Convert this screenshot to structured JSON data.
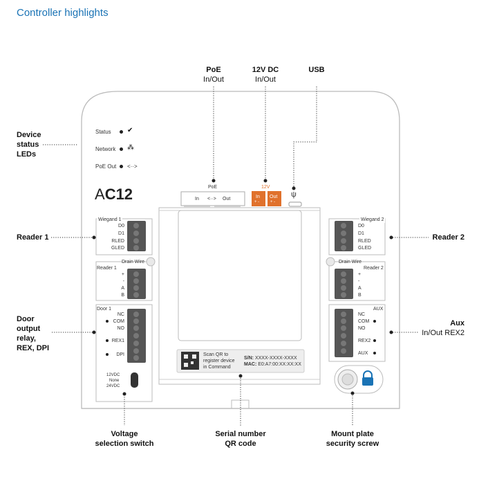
{
  "page_title": "Controller highlights",
  "callouts": {
    "poe": {
      "title": "PoE",
      "sub": "In/Out"
    },
    "dc12v": {
      "title": "12V DC",
      "sub": "In/Out"
    },
    "usb": {
      "title": "USB"
    },
    "device_status": {
      "line1": "Device",
      "line2": "status",
      "line3": "LEDs"
    },
    "reader1": {
      "title": "Reader 1"
    },
    "reader2": {
      "title": "Reader 2"
    },
    "door": {
      "line1": "Door",
      "line2": "output",
      "line3": "relay,",
      "line4": "REX, DPI"
    },
    "aux": {
      "title": "Aux",
      "sub": "In/Out REX2"
    },
    "voltage": {
      "line1": "Voltage",
      "line2": "selection switch"
    },
    "serial": {
      "line1": "Serial number",
      "line2": "QR code"
    },
    "mount": {
      "line1": "Mount plate",
      "line2": "security screw"
    }
  },
  "device": {
    "model_a": "A",
    "model_c12": "C12",
    "status_leds": [
      {
        "label": "Status",
        "icon": "check-icon"
      },
      {
        "label": "Network",
        "icon": "network-icon"
      },
      {
        "label": "PoE Out",
        "icon": "arrows-icon"
      }
    ],
    "poe_port": {
      "label": "PoE",
      "in": "In",
      "out": "Out",
      "mid": "<··>"
    },
    "dc_port": {
      "label": "12V",
      "in": "In",
      "out": "Out",
      "polarity": "+ -",
      "color": "#e0712c"
    },
    "wiegand1": {
      "label": "Wiegand 1",
      "pins": [
        "D0",
        "D1",
        "RLED",
        "GLED"
      ]
    },
    "wiegand2": {
      "label": "Wiegand 2",
      "pins": [
        "D0",
        "D1",
        "RLED",
        "GLED"
      ]
    },
    "drain_wire": "Drain Wire",
    "reader1": {
      "label": "Reader 1",
      "pins": [
        "+",
        "-",
        "A",
        "B"
      ]
    },
    "reader2": {
      "label": "Reader 2",
      "pins": [
        "+",
        "-",
        "A",
        "B"
      ]
    },
    "door1": {
      "label": "Door 1",
      "pins": [
        "NC",
        "COM",
        "NO",
        "REX1",
        "DPI"
      ]
    },
    "aux": {
      "label": "AUX",
      "pins": [
        "NC",
        "COM",
        "NO",
        "REX2",
        "AUX"
      ]
    },
    "voltage_switch": {
      "opt1": "12VDC",
      "opt2": "None",
      "opt3": "24VDC"
    },
    "qr_label": {
      "scan1": "Scan QR to",
      "scan2": "register device",
      "scan3": "in Command",
      "sn_key": "S/N:",
      "sn_val": "XXXX-XXXX-XXXX",
      "mac_key": "MAC:",
      "mac_val": "E0:A7:00:XX:XX:XX"
    },
    "accent_blue": "#1a73b5"
  }
}
